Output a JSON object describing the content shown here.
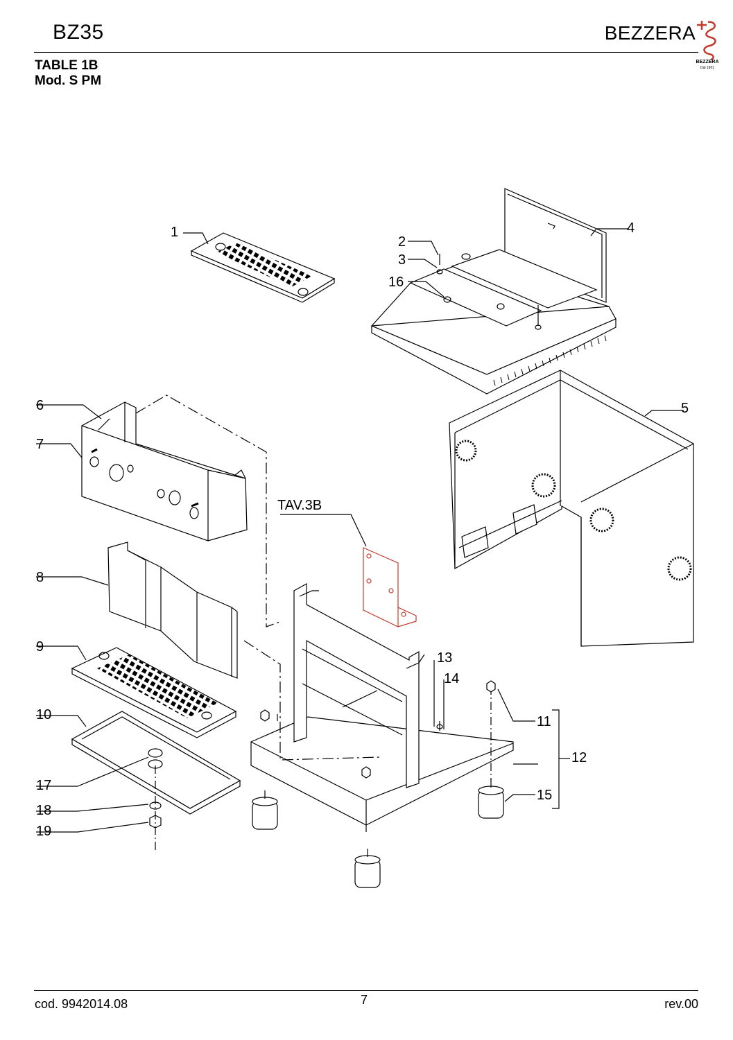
{
  "header": {
    "model": "BZ35",
    "brand": "BEZZERA",
    "logo_text": "BEZZERA",
    "logo_sub": "Dal 1901",
    "table_title": "TABLE 1B",
    "model_variant": "Mod. S PM"
  },
  "diagram": {
    "reference_label": "TAV.3B",
    "part_numbers": [
      "1",
      "2",
      "3",
      "4",
      "5",
      "6",
      "7",
      "8",
      "9",
      "10",
      "11",
      "12",
      "13",
      "14",
      "15",
      "16",
      "17",
      "18",
      "19"
    ]
  },
  "footer": {
    "code": "cod. 9942014.08",
    "page": "7",
    "revision": "rev.00"
  },
  "colors": {
    "line": "#000000",
    "highlight": "#c0392b",
    "grille": "#000000"
  }
}
